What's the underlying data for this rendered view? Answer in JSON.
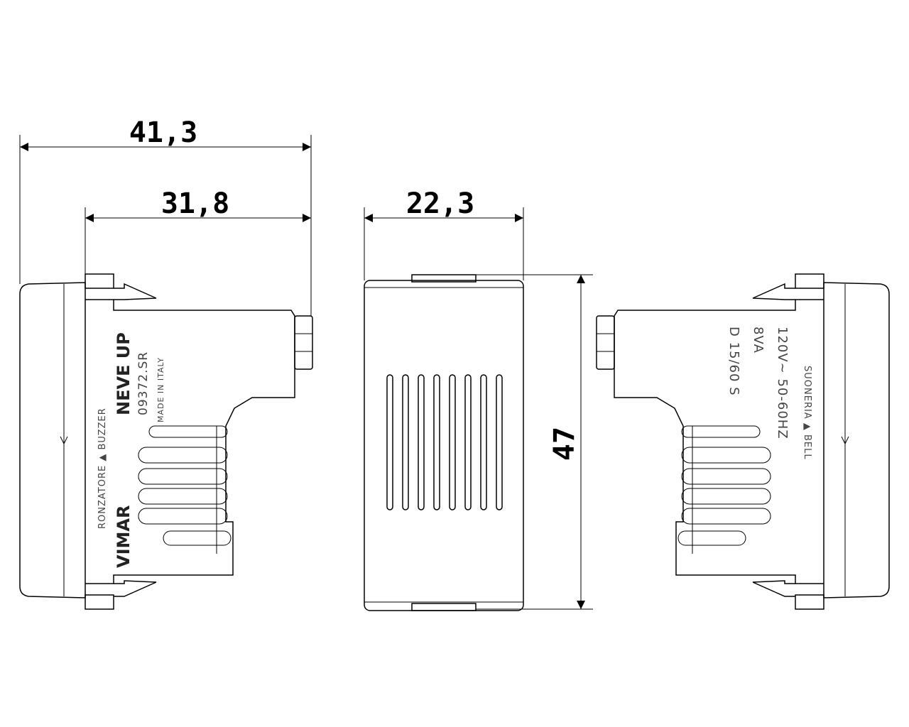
{
  "dimensions": {
    "overall_depth": "41,3",
    "body_depth": "31,8",
    "front_width": "22,3",
    "height": "47"
  },
  "left_view": {
    "function_label": "RONZATORE ▲ BUZZER",
    "brand": "VIMAR",
    "series": "NEVE UP",
    "code": "09372.SR",
    "origin": "MADE IN ITALY"
  },
  "right_view": {
    "function_label": "SUONERIA ▲ BELL",
    "voltage": "120V~ 50-60HZ",
    "power": "8VA",
    "duty": "D 15/60 S"
  },
  "slot_count": 8
}
